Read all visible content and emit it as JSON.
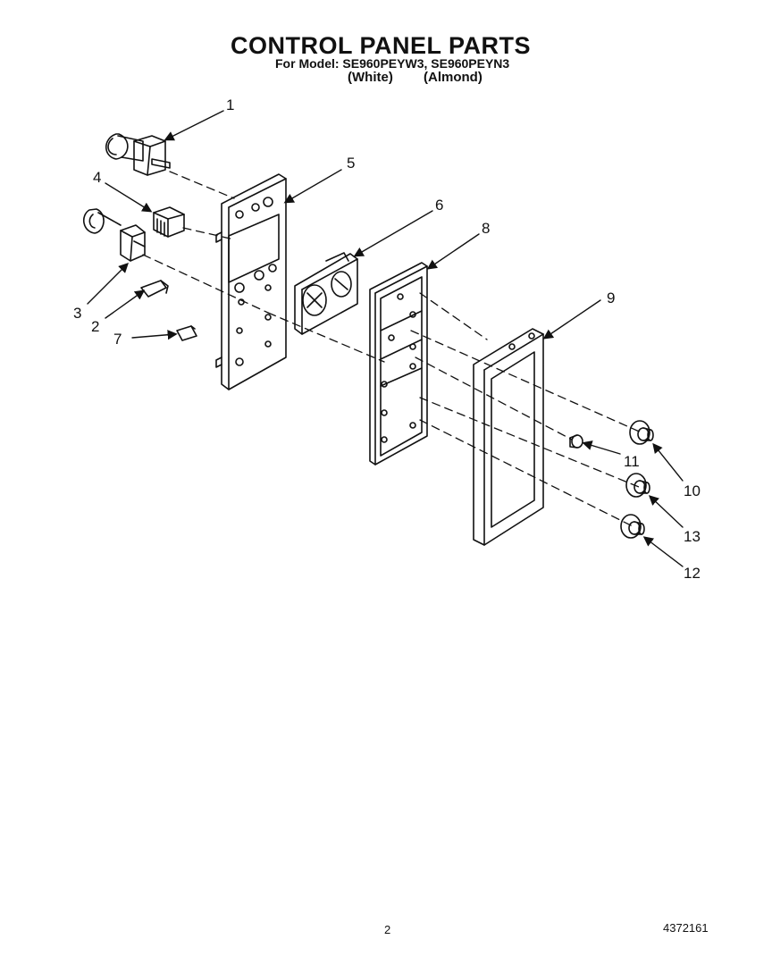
{
  "header": {
    "title": "CONTROL PANEL PARTS",
    "model_line": "For Model: SE960PEYW3, SE960PEYN3",
    "variant_white": "(White)",
    "variant_almond": "(Almond)"
  },
  "callouts": [
    "1",
    "2",
    "3",
    "4",
    "5",
    "6",
    "7",
    "8",
    "9",
    "10",
    "11",
    "12",
    "13"
  ],
  "footer": {
    "page_number": "2",
    "document_number": "4372161"
  }
}
